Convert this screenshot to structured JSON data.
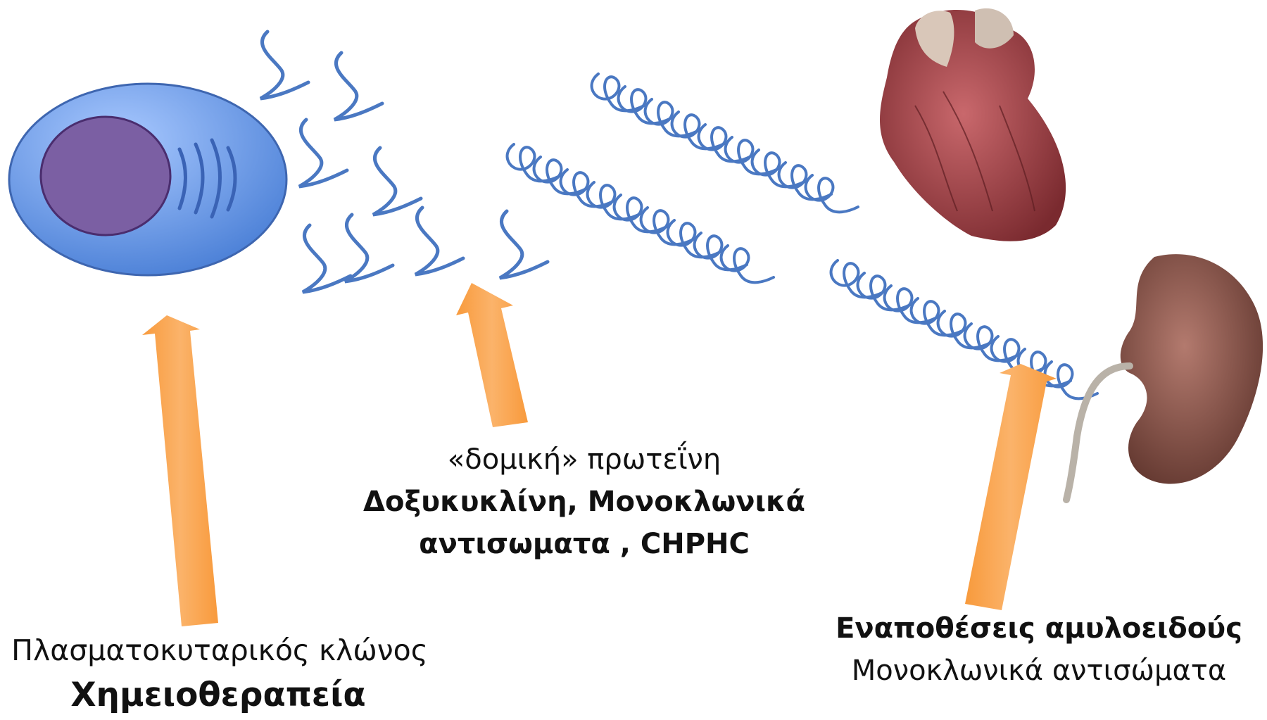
{
  "labels": {
    "plasma_clone": "Πλασματοκυταρικός κλώνος",
    "chemo": "Χημειοθεραπεία",
    "protein": "«δομική» πρωτεΐνη",
    "protein_tx_1": "Δοξυκυκλίνη, Μονοκλωνικά",
    "protein_tx_2": "αντισωματα , CHPHC",
    "deposits": "Εναποθέσεις αμυλοειδούς",
    "deposits_tx": "Μονοκλωνικά αντισώματα"
  },
  "icons": {
    "cell": "plasma-cell-icon",
    "heart": "heart-icon",
    "kidney": "kidney-icon",
    "monomer": "protein-monomer-icon",
    "fibril": "amyloid-fibril-icon",
    "arrow": "arrow-up-icon"
  },
  "colors": {
    "cell_outer": "#5b8fe0",
    "cell_nucleus": "#7b5fa3",
    "strand": "#4a78c2",
    "arrow": "#f8a64d",
    "heart": "#a8454a",
    "kidney": "#7d4a3f"
  }
}
